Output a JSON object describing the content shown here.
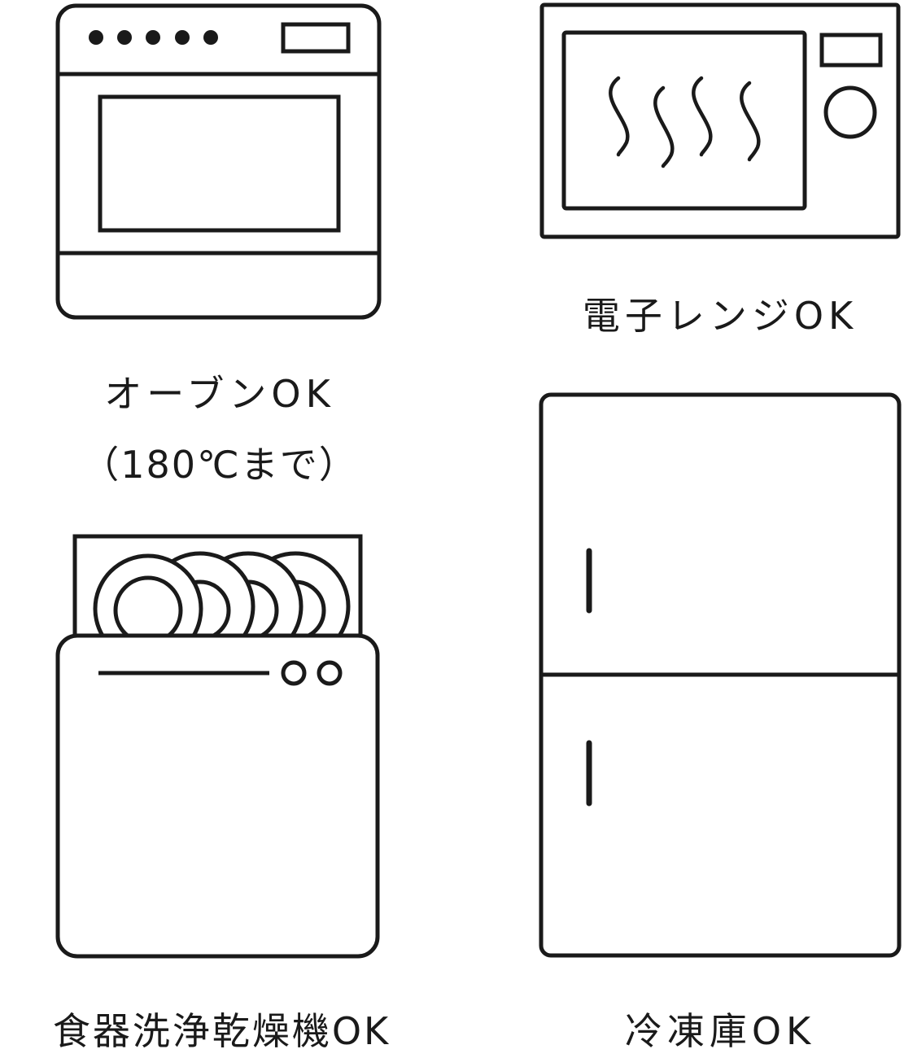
{
  "colors": {
    "stroke": "#1a1a1a",
    "background": "#ffffff"
  },
  "appliances": [
    {
      "id": "oven",
      "icon": "oven-icon",
      "label_line1": "オーブンOK",
      "label_line2": "（180℃まで）"
    },
    {
      "id": "microwave",
      "icon": "microwave-icon",
      "label_line1": "電子レンジOK"
    },
    {
      "id": "dishwasher",
      "icon": "dishwasher-icon",
      "label_line1": "食器洗浄乾燥機OK"
    },
    {
      "id": "freezer",
      "icon": "refrigerator-icon",
      "label_line1": "冷凍庫OK"
    }
  ]
}
